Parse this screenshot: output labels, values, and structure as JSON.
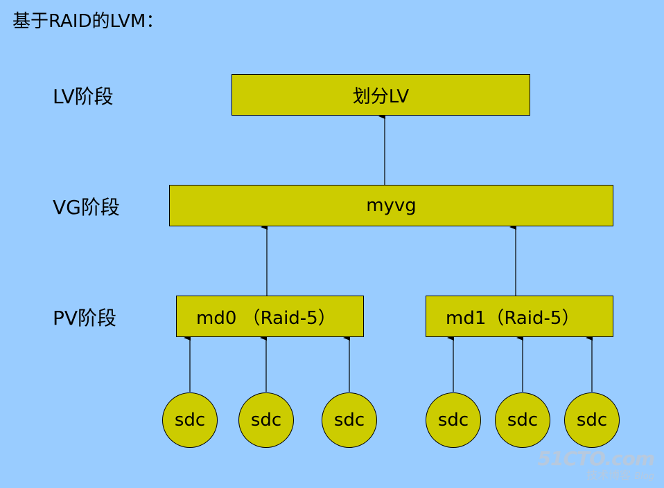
{
  "title": "基于RAID的LVM：",
  "stages": {
    "lv": "LV阶段",
    "vg": "VG阶段",
    "pv": "PV阶段"
  },
  "boxes": {
    "lv": "划分LV",
    "vg": "myvg",
    "md0": "md0 （Raid-5）",
    "md1": "md1（Raid-5）"
  },
  "disks": [
    "sdc",
    "sdc",
    "sdc",
    "sdc",
    "sdc",
    "sdc"
  ],
  "watermark": {
    "site": "51CTO.com",
    "sub": "技术博客",
    "blog": "Blog"
  },
  "colors": {
    "background": "#99ccff",
    "box_fill": "#cccc00",
    "line": "#000000"
  }
}
